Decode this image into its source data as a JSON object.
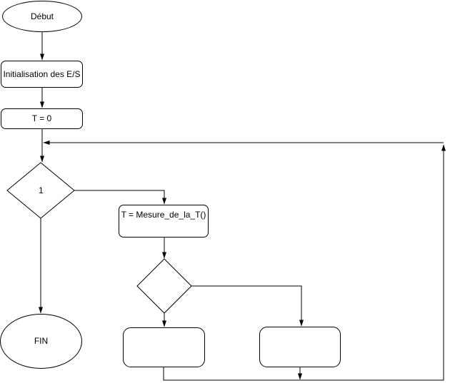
{
  "diagram": {
    "title": "Flowchart — temperature measurement routine",
    "colors": {
      "background": "#ffffff",
      "stroke": "#000000",
      "shape_fill": "#ffffff",
      "arrow_fill": "#000000"
    },
    "nodes": {
      "start": {
        "type": "terminator",
        "label": "Début"
      },
      "init": {
        "type": "process",
        "label": "Initialisation des E/S"
      },
      "t_zero": {
        "type": "process",
        "label": "T = 0"
      },
      "decision_1": {
        "type": "decision",
        "label": "1"
      },
      "measure": {
        "type": "process",
        "label": "T = Mesure_de_la_T()"
      },
      "decision_2": {
        "type": "decision",
        "label": ""
      },
      "action_left": {
        "type": "process",
        "label": ""
      },
      "action_right": {
        "type": "process",
        "label": ""
      },
      "end": {
        "type": "terminator",
        "label": "FIN"
      }
    }
  }
}
